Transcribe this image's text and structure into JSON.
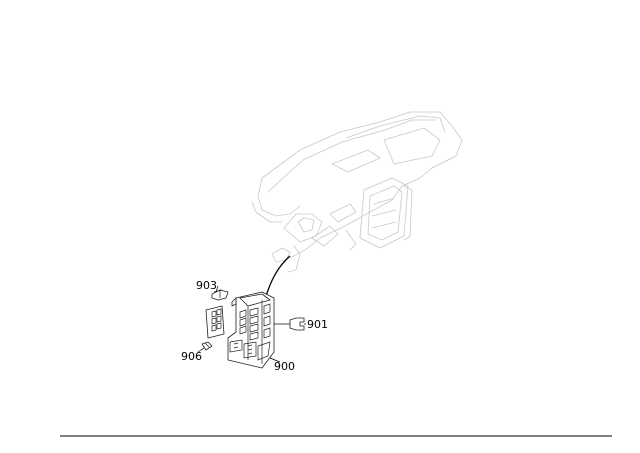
{
  "callouts": {
    "fuse_relay_box": "900",
    "connector": "901",
    "relay": "903",
    "fuse": "906"
  },
  "colors": {
    "line": "#222222",
    "ghost_line": "#c8c8c8",
    "background": "#ffffff"
  }
}
